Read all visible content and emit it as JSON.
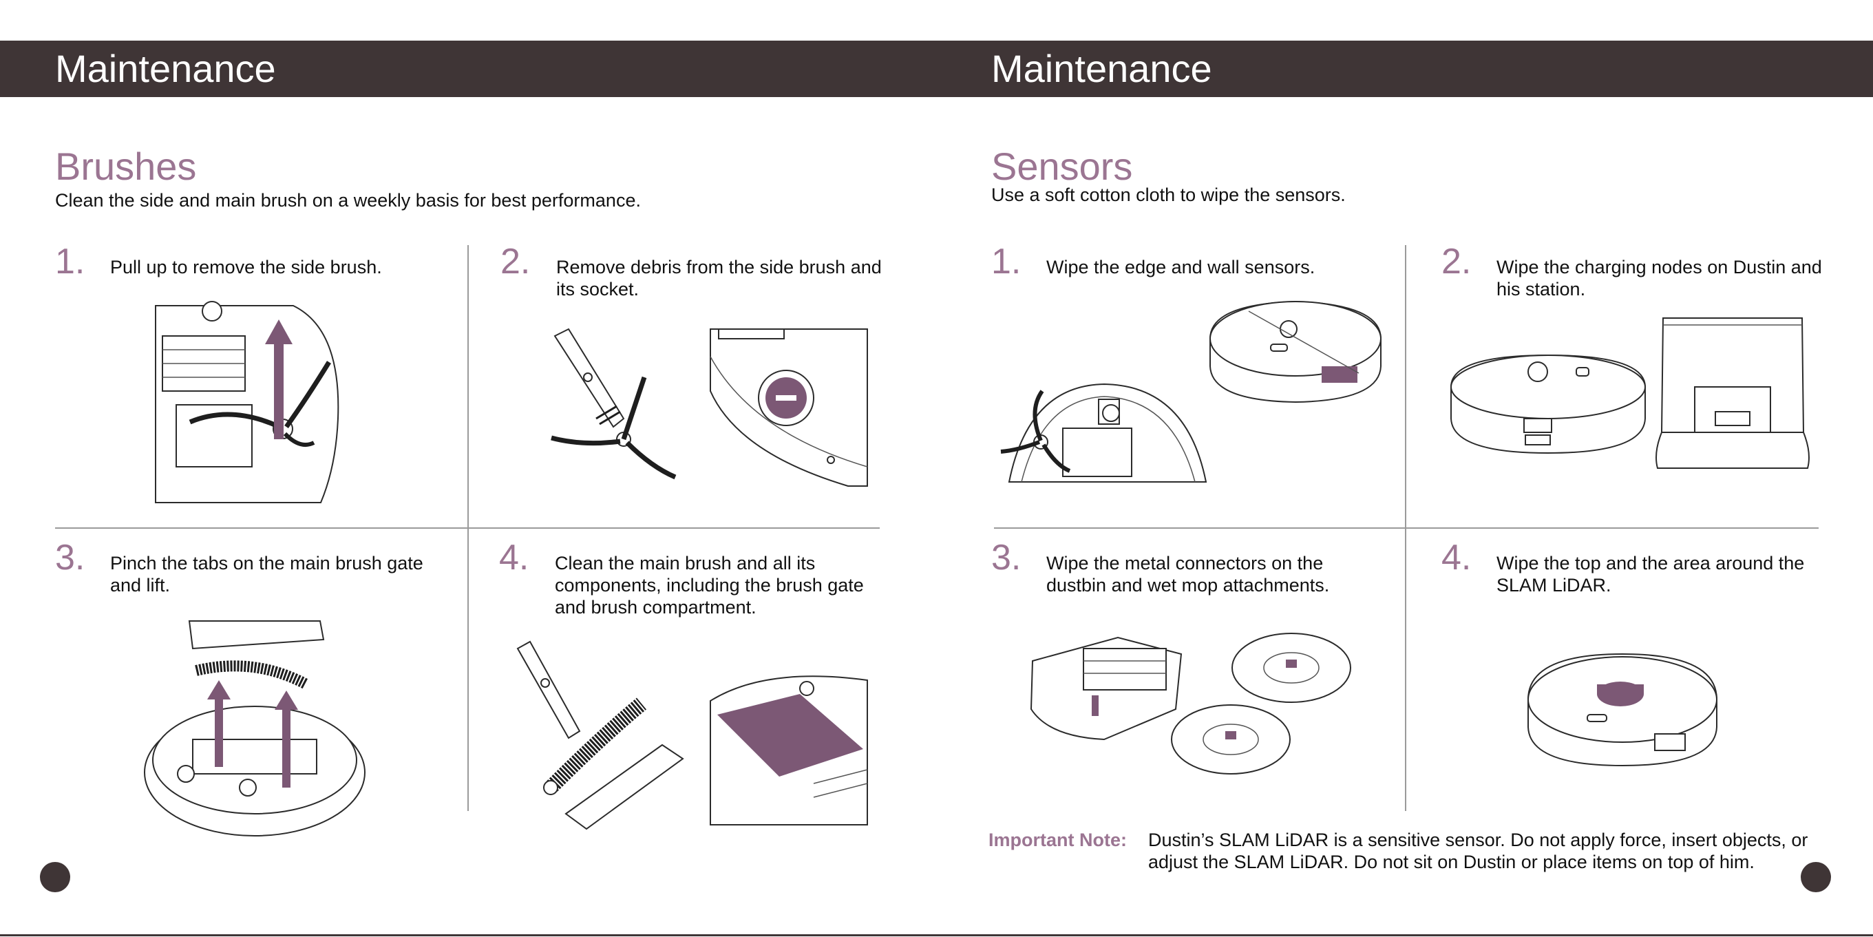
{
  "left_page": {
    "header": "Maintenance",
    "section_title": "Brushes",
    "section_sub": "Clean the side and main brush on a weekly basis for best performance.",
    "steps": [
      {
        "num": "1.",
        "text": "Pull up to remove the side brush."
      },
      {
        "num": "2.",
        "text": "Remove debris from the side brush and its socket."
      },
      {
        "num": "3.",
        "text": "Pinch the tabs on the main brush gate and lift."
      },
      {
        "num": "4.",
        "text": "Clean the main brush and all its components, including the brush gate and brush compartment."
      }
    ]
  },
  "right_page": {
    "header": "Maintenance",
    "section_title": "Sensors",
    "section_sub": "Use a soft cotton cloth to wipe the sensors.",
    "steps": [
      {
        "num": "1.",
        "text": "Wipe the edge and wall sensors."
      },
      {
        "num": "2.",
        "text": "Wipe the charging nodes on Dustin and his station."
      },
      {
        "num": "3.",
        "text": "Wipe the metal connectors on the dustbin and wet mop attachments."
      },
      {
        "num": "4.",
        "text": "Wipe the top and the area around the SLAM LiDAR."
      }
    ],
    "note_label": "Important Note:",
    "note_text": "Dustin’s SLAM LiDAR is a sensitive sensor. Do not apply force, insert objects, or adjust the SLAM LiDAR. Do not sit on Dustin or place items on top of him."
  },
  "colors": {
    "header_bg": "#3f3536",
    "accent": "#9b7592",
    "illustration_accent": "#7c5875"
  },
  "icons": [
    "robot-underside-illustration",
    "side-brush-illustration",
    "brush-socket-illustration",
    "main-brush-illustration",
    "robot-top-illustration",
    "charging-station-illustration",
    "dustbin-illustration",
    "mop-pad-illustration"
  ]
}
